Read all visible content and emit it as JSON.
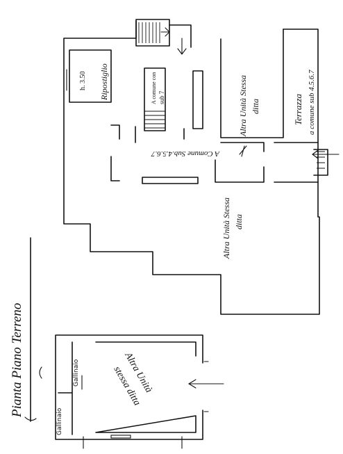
{
  "labels": {
    "title": "Pianta Piano Terreno",
    "ripostiglio": "Ripostiglio",
    "height": "h. 3.50",
    "a_comune_sub7_line1": "A comune con",
    "a_comune_sub7_line2": "sub 7",
    "comune_mid": "A Comune Sub.4.5.6.7",
    "altra_top_line1": "Altra Unità Stessa",
    "altra_top_line2": "ditta",
    "terrazza": "Terrazza",
    "terrazza_comune": "a comune sub 4.5.6.7",
    "altra_mid_line1": "Altra Unità Stessa",
    "altra_mid_line2": "ditta",
    "altra_bottom_line1": "Altra Unità",
    "altra_bottom_line2": "stessa ditta",
    "gallinaio_1": "Gallinaio",
    "gallinaio_2": "Gallinaio"
  }
}
